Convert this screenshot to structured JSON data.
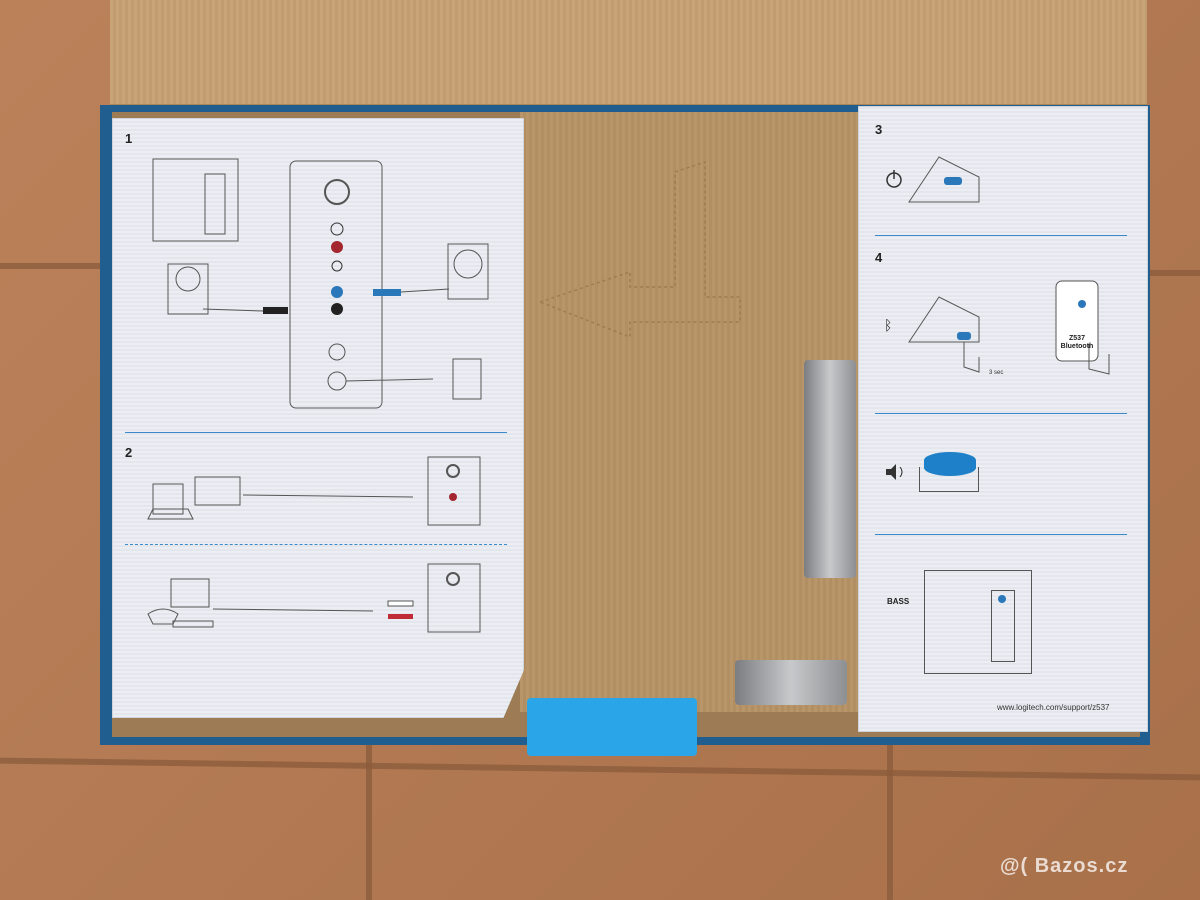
{
  "left_sheet": {
    "step1": "1",
    "step2": "2"
  },
  "right_sheet": {
    "step3": "3",
    "step4": "4",
    "phone_model": "Z537",
    "phone_label": "Bluetooth",
    "hold_time": "3 sec",
    "bass_label": "BASS",
    "support_url": "www.logitech.com/support/z537"
  },
  "watermark": "Bazos.cz",
  "colors": {
    "box_blue": "#1f5e8e",
    "tab_blue": "#2aa6e8",
    "divider_blue": "#3a89c9"
  }
}
